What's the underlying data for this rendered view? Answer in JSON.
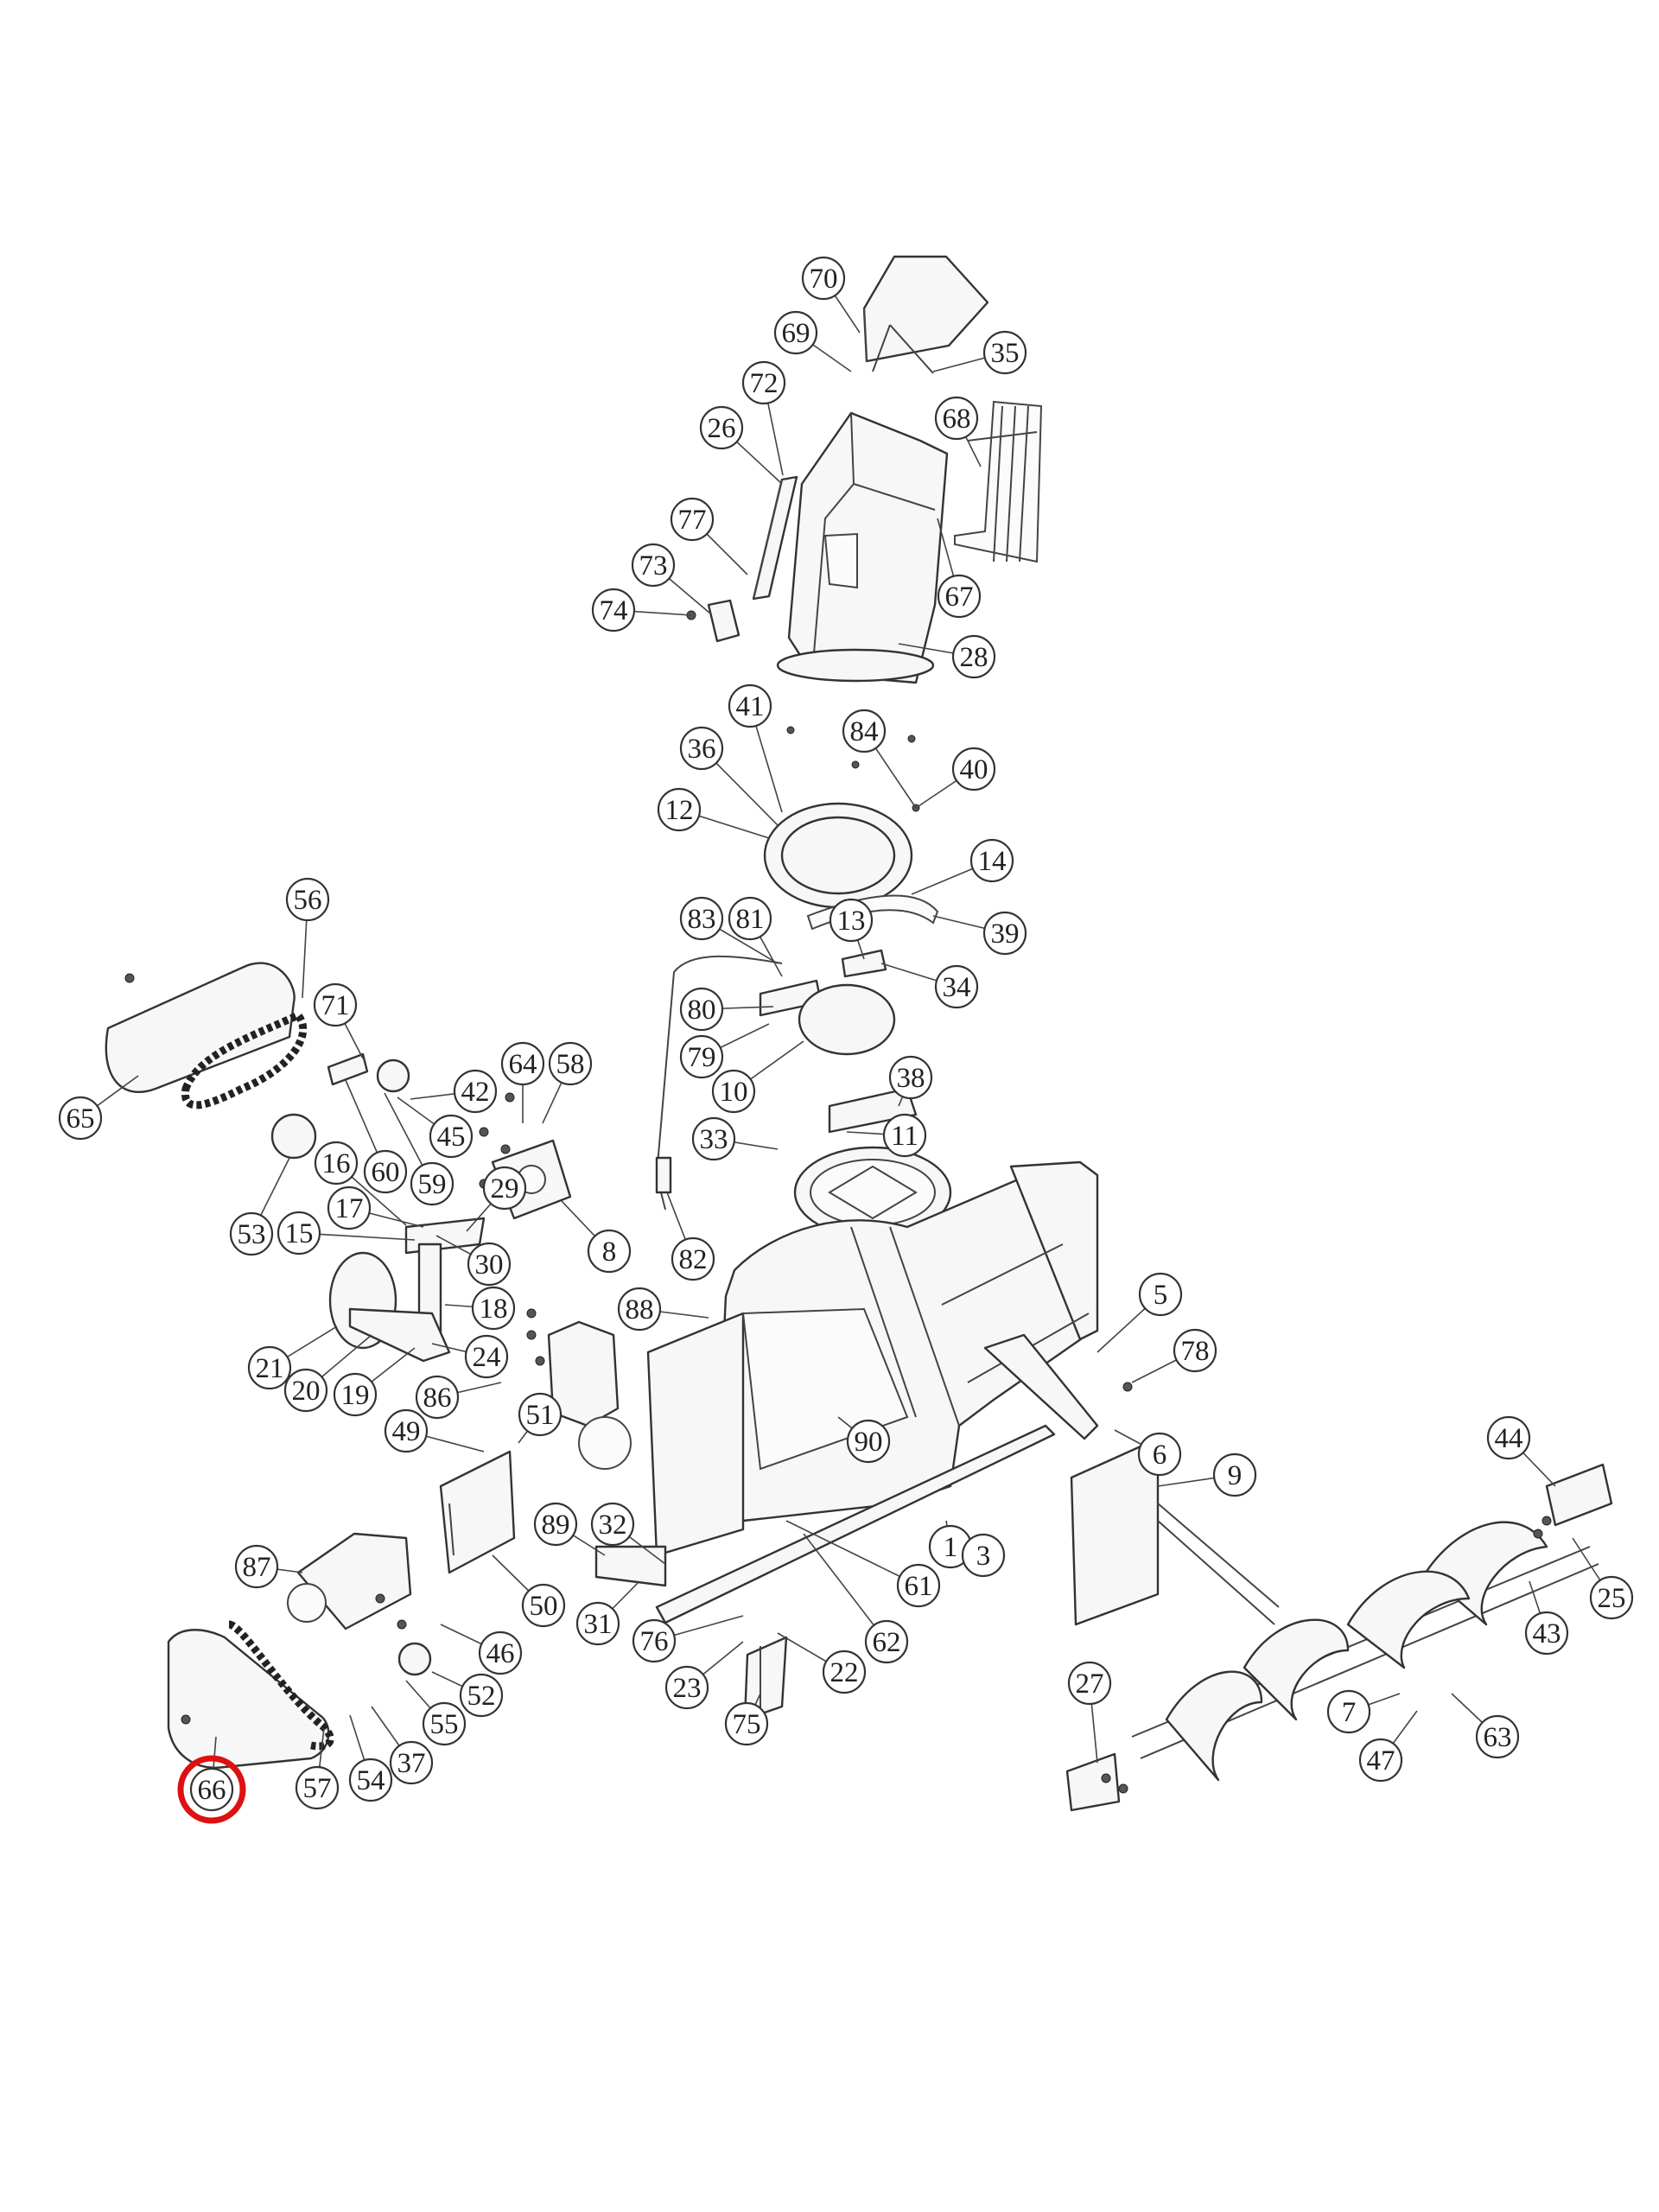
{
  "highlight": {
    "label": "66",
    "color": "#dd1111"
  },
  "callouts": [
    {
      "label": "70"
    },
    {
      "label": "69"
    },
    {
      "label": "35"
    },
    {
      "label": "72"
    },
    {
      "label": "26"
    },
    {
      "label": "68"
    },
    {
      "label": "77"
    },
    {
      "label": "73"
    },
    {
      "label": "74"
    },
    {
      "label": "67"
    },
    {
      "label": "28"
    },
    {
      "label": "41"
    },
    {
      "label": "36"
    },
    {
      "label": "84"
    },
    {
      "label": "40"
    },
    {
      "label": "12"
    },
    {
      "label": "14"
    },
    {
      "label": "83"
    },
    {
      "label": "81"
    },
    {
      "label": "13"
    },
    {
      "label": "39"
    },
    {
      "label": "34"
    },
    {
      "label": "80"
    },
    {
      "label": "79"
    },
    {
      "label": "10"
    },
    {
      "label": "38"
    },
    {
      "label": "33"
    },
    {
      "label": "11"
    },
    {
      "label": "56"
    },
    {
      "label": "71"
    },
    {
      "label": "65"
    },
    {
      "label": "64"
    },
    {
      "label": "58"
    },
    {
      "label": "42"
    },
    {
      "label": "45"
    },
    {
      "label": "60"
    },
    {
      "label": "59"
    },
    {
      "label": "29"
    },
    {
      "label": "16"
    },
    {
      "label": "17"
    },
    {
      "label": "53"
    },
    {
      "label": "15"
    },
    {
      "label": "30"
    },
    {
      "label": "8"
    },
    {
      "label": "82"
    },
    {
      "label": "18"
    },
    {
      "label": "88"
    },
    {
      "label": "5"
    },
    {
      "label": "78"
    },
    {
      "label": "21"
    },
    {
      "label": "20"
    },
    {
      "label": "19"
    },
    {
      "label": "24"
    },
    {
      "label": "86"
    },
    {
      "label": "51"
    },
    {
      "label": "49"
    },
    {
      "label": "90"
    },
    {
      "label": "6"
    },
    {
      "label": "9"
    },
    {
      "label": "44"
    },
    {
      "label": "89"
    },
    {
      "label": "32"
    },
    {
      "label": "1"
    },
    {
      "label": "3"
    },
    {
      "label": "87"
    },
    {
      "label": "61"
    },
    {
      "label": "25"
    },
    {
      "label": "50"
    },
    {
      "label": "31"
    },
    {
      "label": "76"
    },
    {
      "label": "62"
    },
    {
      "label": "43"
    },
    {
      "label": "46"
    },
    {
      "label": "22"
    },
    {
      "label": "23"
    },
    {
      "label": "52"
    },
    {
      "label": "27"
    },
    {
      "label": "75"
    },
    {
      "label": "55"
    },
    {
      "label": "7"
    },
    {
      "label": "63"
    },
    {
      "label": "37"
    },
    {
      "label": "47"
    },
    {
      "label": "57"
    },
    {
      "label": "54"
    },
    {
      "label": "66"
    }
  ]
}
